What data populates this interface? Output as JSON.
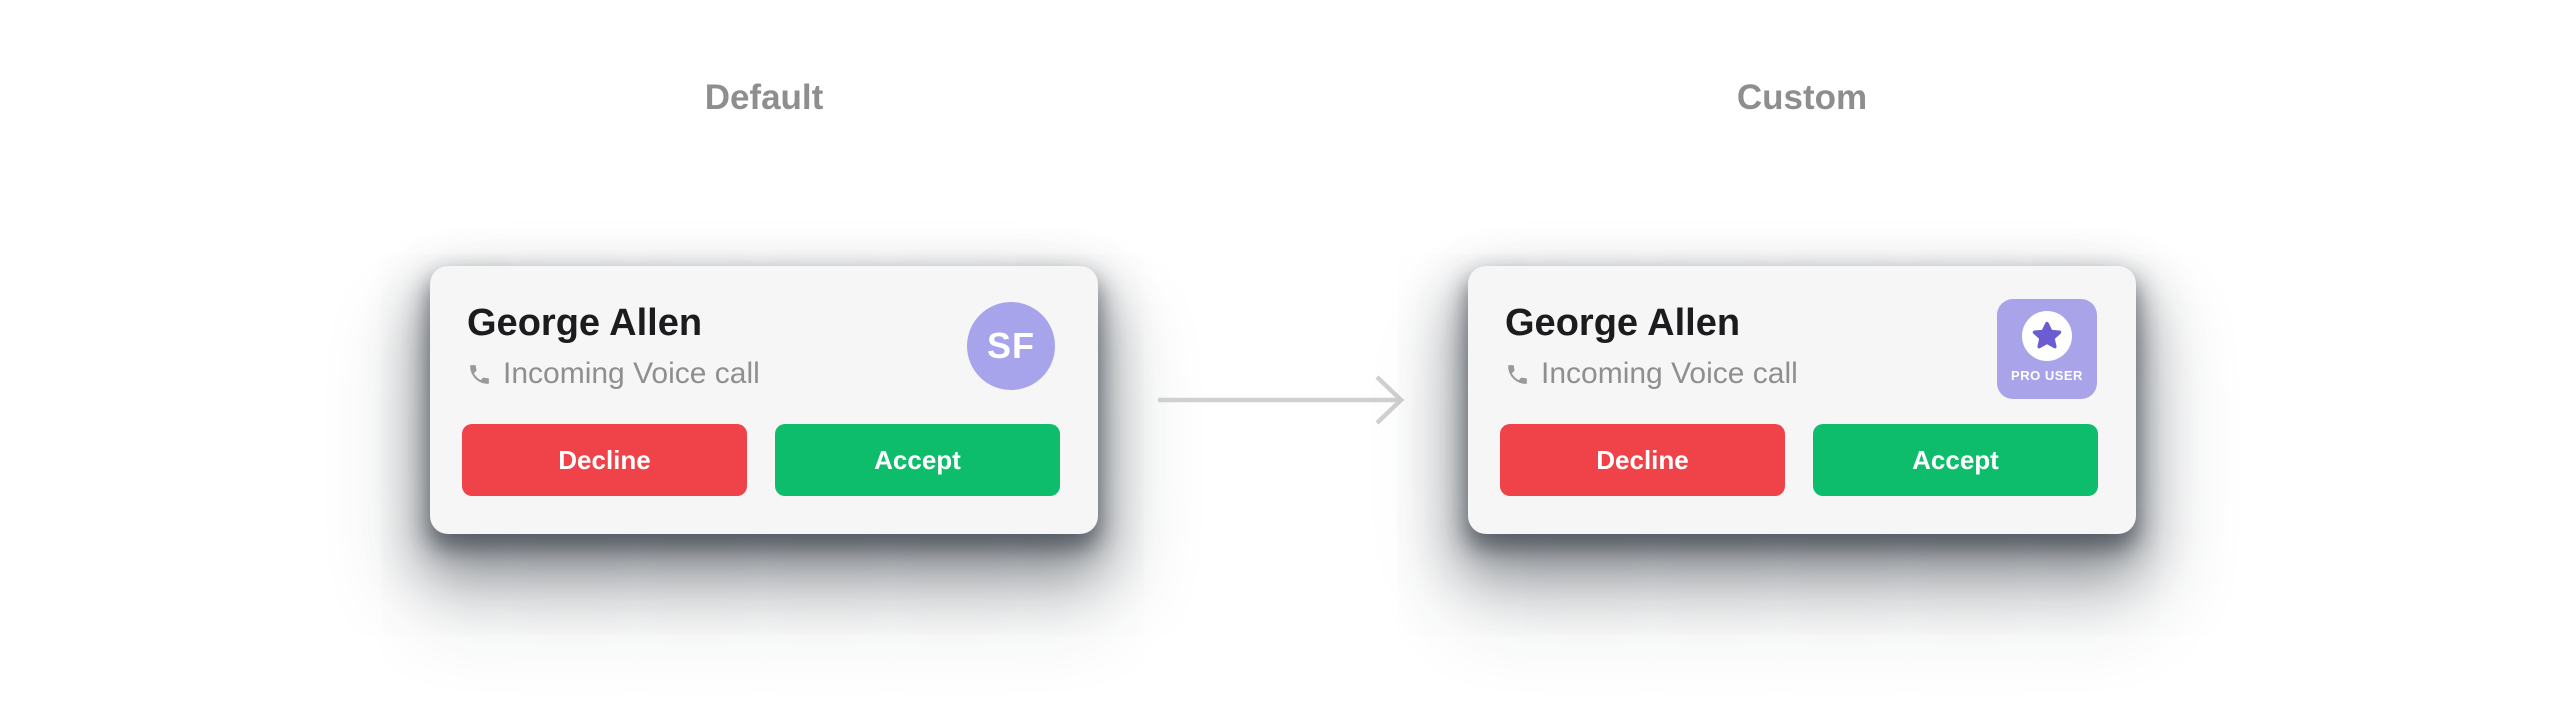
{
  "sections": {
    "default_label": "Default",
    "custom_label": "Custom"
  },
  "cards": {
    "default": {
      "caller_name": "George Allen",
      "status_text": "Incoming Voice call",
      "decline_label": "Decline",
      "accept_label": "Accept",
      "avatar_initials": "SF"
    },
    "custom": {
      "caller_name": "George Allen",
      "status_text": "Incoming Voice call",
      "decline_label": "Decline",
      "accept_label": "Accept",
      "badge_label": "PRO USER"
    }
  },
  "icons": {
    "phone": "phone-handset-icon",
    "star": "star-icon",
    "arrow": "arrow-right-icon"
  },
  "colors": {
    "page_bg": "#FFFFFF",
    "card_bg": "#F6F6F7",
    "caller_name_text": "#1C1C1E",
    "muted_text": "#8F8F8F",
    "section_label_text": "#8E8E8E",
    "decline_red": "#EF4249",
    "accept_green": "#0EBD6C",
    "avatar_purple": "#A8A4EB",
    "badge_purple": "#A9A3EA",
    "star_purple": "#6C5CD2",
    "arrow_gray": "#D0D0D0"
  }
}
